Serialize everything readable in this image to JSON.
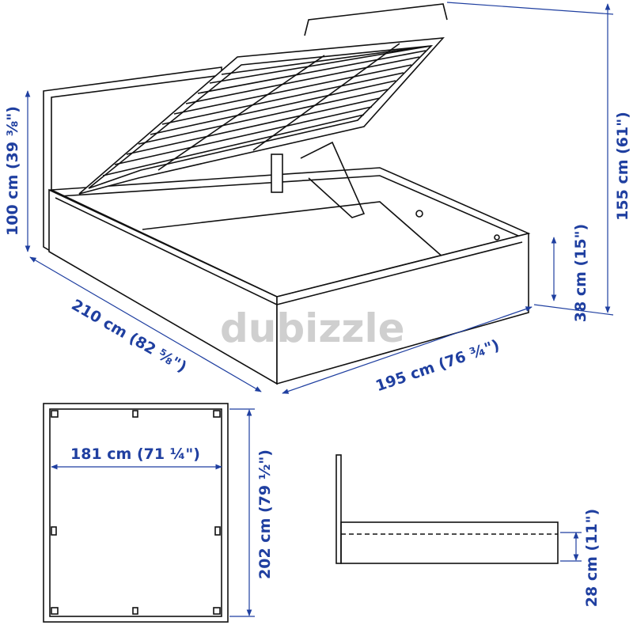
{
  "watermark": "dubizzle",
  "colors": {
    "dimension": "#1f3fa0",
    "line": "#111111"
  },
  "dimensions": {
    "headboard_height": "100 cm (39 ⅜\")",
    "total_height_open": "155 cm (61\")",
    "frame_height": "38 cm (15\")",
    "length": "210 cm (82 ⅝\")",
    "width": "195 cm (76 ¾\")",
    "inner_width": "181 cm (71 ¼\")",
    "inner_length": "202 cm (79 ½\")",
    "storage_clearance": "28 cm (11\")"
  }
}
